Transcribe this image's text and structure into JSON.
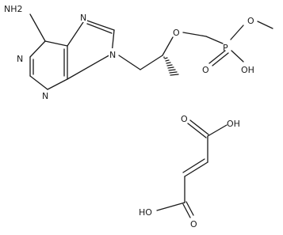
{
  "molecule_1": {
    "atoms": {
      "nh2": "NH2",
      "n1": "N",
      "n3": "N",
      "n7": "N",
      "n9": "N",
      "ether_o": "O",
      "phosphorus": "P",
      "p_methoxy_o": "O",
      "p_double_o": "O",
      "p_hydroxyl": "OH"
    }
  },
  "molecule_2": {
    "atoms": {
      "carbonyl_o_top": "O",
      "hydroxyl_top": "OH",
      "hydroxyl_bottom": "HO",
      "carbonyl_o_bottom": "O"
    }
  }
}
